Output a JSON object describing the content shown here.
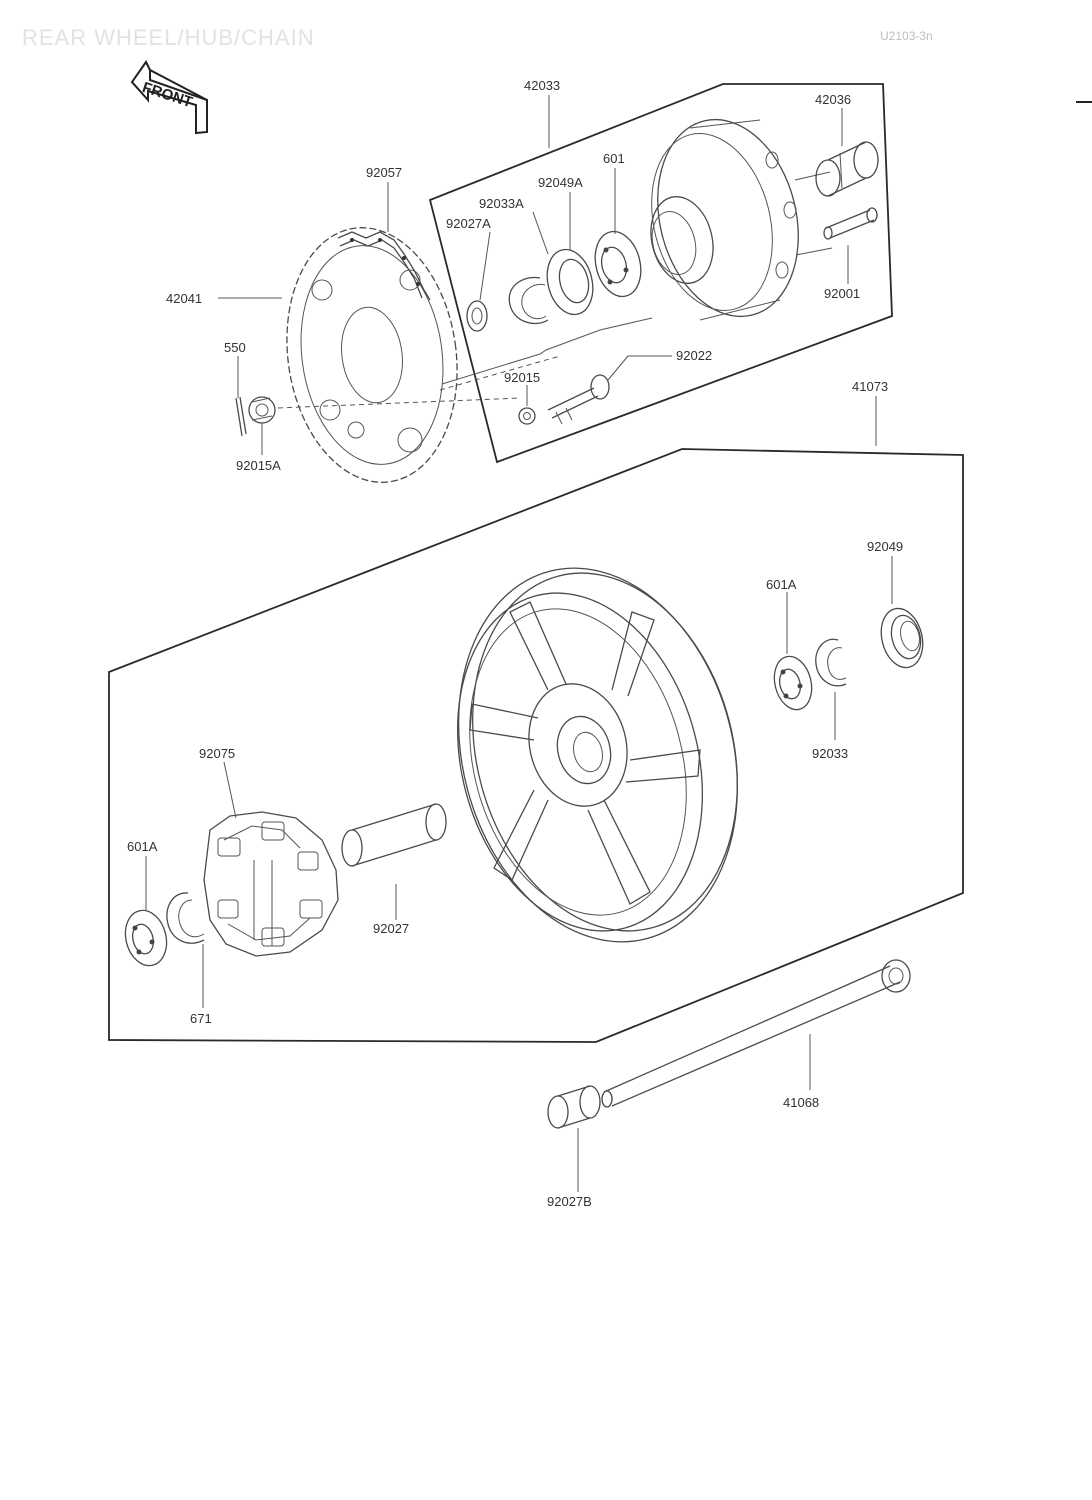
{
  "header": {
    "title": "REAR WHEEL/HUB/CHAIN",
    "code": "U2103-3n"
  },
  "orientation": {
    "label": "FRONT"
  },
  "parts": {
    "p42033": "42033",
    "p42036": "42036",
    "p601": "601",
    "p92049A": "92049A",
    "p92033A": "92033A",
    "p92057": "92057",
    "p92027A": "92027A",
    "p92001": "92001",
    "p42041": "42041",
    "p550": "550",
    "p92022": "92022",
    "p92015": "92015",
    "p92015A": "92015A",
    "p41073": "41073",
    "p92049": "92049",
    "p601A_right": "601A",
    "p92033": "92033",
    "p92075": "92075",
    "p601A_left": "601A",
    "p92027": "92027",
    "p671": "671",
    "p41068": "41068",
    "p92027B": "92027B"
  }
}
